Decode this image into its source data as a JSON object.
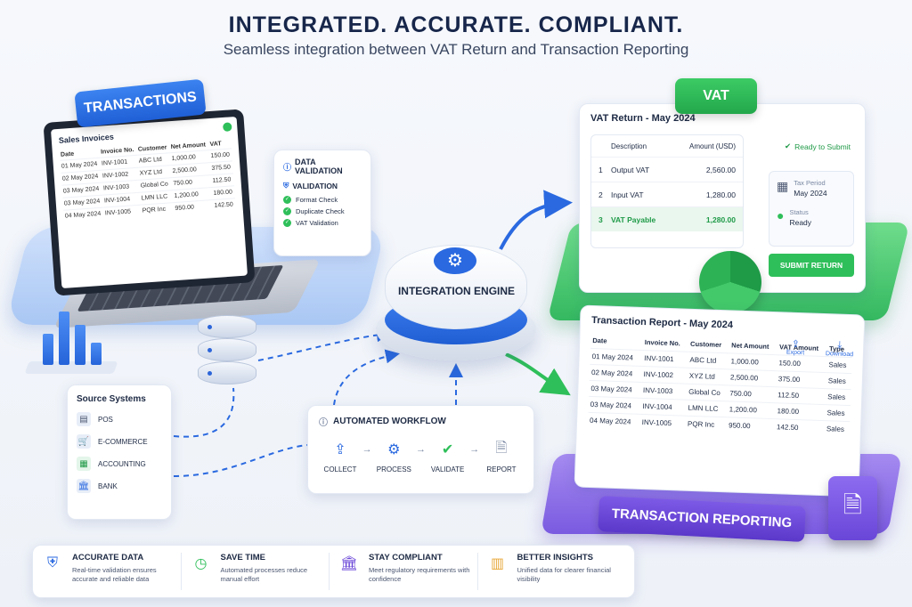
{
  "header": {
    "title": "INTEGRATED. ACCURATE. COMPLIANT.",
    "subtitle": "Seamless integration between VAT Return and Transaction Reporting"
  },
  "transactions": {
    "pill": "TRANSACTIONS",
    "sales_title": "Sales Invoices",
    "columns": [
      "Date",
      "Invoice No.",
      "Customer",
      "Net Amount",
      "VAT"
    ],
    "rows": [
      [
        "01 May 2024",
        "INV-1001",
        "ABC Ltd",
        "1,000.00",
        "150.00"
      ],
      [
        "02 May 2024",
        "INV-1002",
        "XYZ Ltd",
        "2,500.00",
        "375.50"
      ],
      [
        "03 May 2024",
        "INV-1003",
        "Global Co",
        "750.00",
        "112.50"
      ],
      [
        "03 May 2024",
        "INV-1004",
        "LMN LLC",
        "1,200.00",
        "180.00"
      ],
      [
        "04 May 2024",
        "INV-1005",
        "PQR Inc",
        "950.00",
        "142.50"
      ]
    ]
  },
  "validation": {
    "title": "DATA VALIDATION",
    "subtitle": "VALIDATION",
    "checks": [
      "Format Check",
      "Duplicate Check",
      "VAT Validation"
    ]
  },
  "sources": {
    "title": "Source Systems",
    "items": [
      "POS",
      "E-COMMERCE",
      "ACCOUNTING",
      "BANK"
    ]
  },
  "engine": {
    "label": "INTEGRATION ENGINE"
  },
  "workflow": {
    "title": "AUTOMATED WORKFLOW",
    "steps": [
      "COLLECT",
      "PROCESS",
      "VALIDATE",
      "REPORT"
    ]
  },
  "vat": {
    "pill": "VAT",
    "title": "VAT Return - May 2024",
    "col_description": "Description",
    "col_amount": "Amount (USD)",
    "rows": [
      {
        "n": "1",
        "desc": "Output VAT",
        "amount": "2,560.00"
      },
      {
        "n": "2",
        "desc": "Input VAT",
        "amount": "1,280.00"
      },
      {
        "n": "3",
        "desc": "VAT Payable",
        "amount": "1,280.00"
      }
    ],
    "ready": "Ready to Submit",
    "tax_period_label": "Tax Period",
    "tax_period_value": "May 2024",
    "status_label": "Status",
    "status_value": "Ready",
    "submit": "SUBMIT RETURN"
  },
  "report": {
    "title": "Transaction Report - May 2024",
    "export": "Export",
    "download": "Download",
    "columns": [
      "Date",
      "Invoice No.",
      "Customer",
      "Net Amount",
      "VAT Amount",
      "Type"
    ],
    "rows": [
      [
        "01 May 2024",
        "INV-1001",
        "ABC Ltd",
        "1,000.00",
        "150.00",
        "Sales"
      ],
      [
        "02 May 2024",
        "INV-1002",
        "XYZ Ltd",
        "2,500.00",
        "375.00",
        "Sales"
      ],
      [
        "03 May 2024",
        "INV-1003",
        "Global Co",
        "750.00",
        "112.50",
        "Sales"
      ],
      [
        "03 May 2024",
        "INV-1004",
        "LMN LLC",
        "1,200.00",
        "180.00",
        "Sales"
      ],
      [
        "04 May 2024",
        "INV-1005",
        "PQR Inc",
        "950.00",
        "142.50",
        "Sales"
      ]
    ],
    "pill": "TRANSACTION REPORTING"
  },
  "benefits": [
    {
      "title": "ACCURATE DATA",
      "desc": "Real-time validation ensures accurate and reliable data"
    },
    {
      "title": "SAVE TIME",
      "desc": "Automated processes reduce manual effort"
    },
    {
      "title": "STAY COMPLIANT",
      "desc": "Meet regulatory requirements with confidence"
    },
    {
      "title": "BETTER INSIGHTS",
      "desc": "Unified data for clearer financial visibility"
    }
  ],
  "colors": {
    "blue": "#2a69e0",
    "green": "#2fbf5a",
    "purple": "#6a46d8"
  }
}
